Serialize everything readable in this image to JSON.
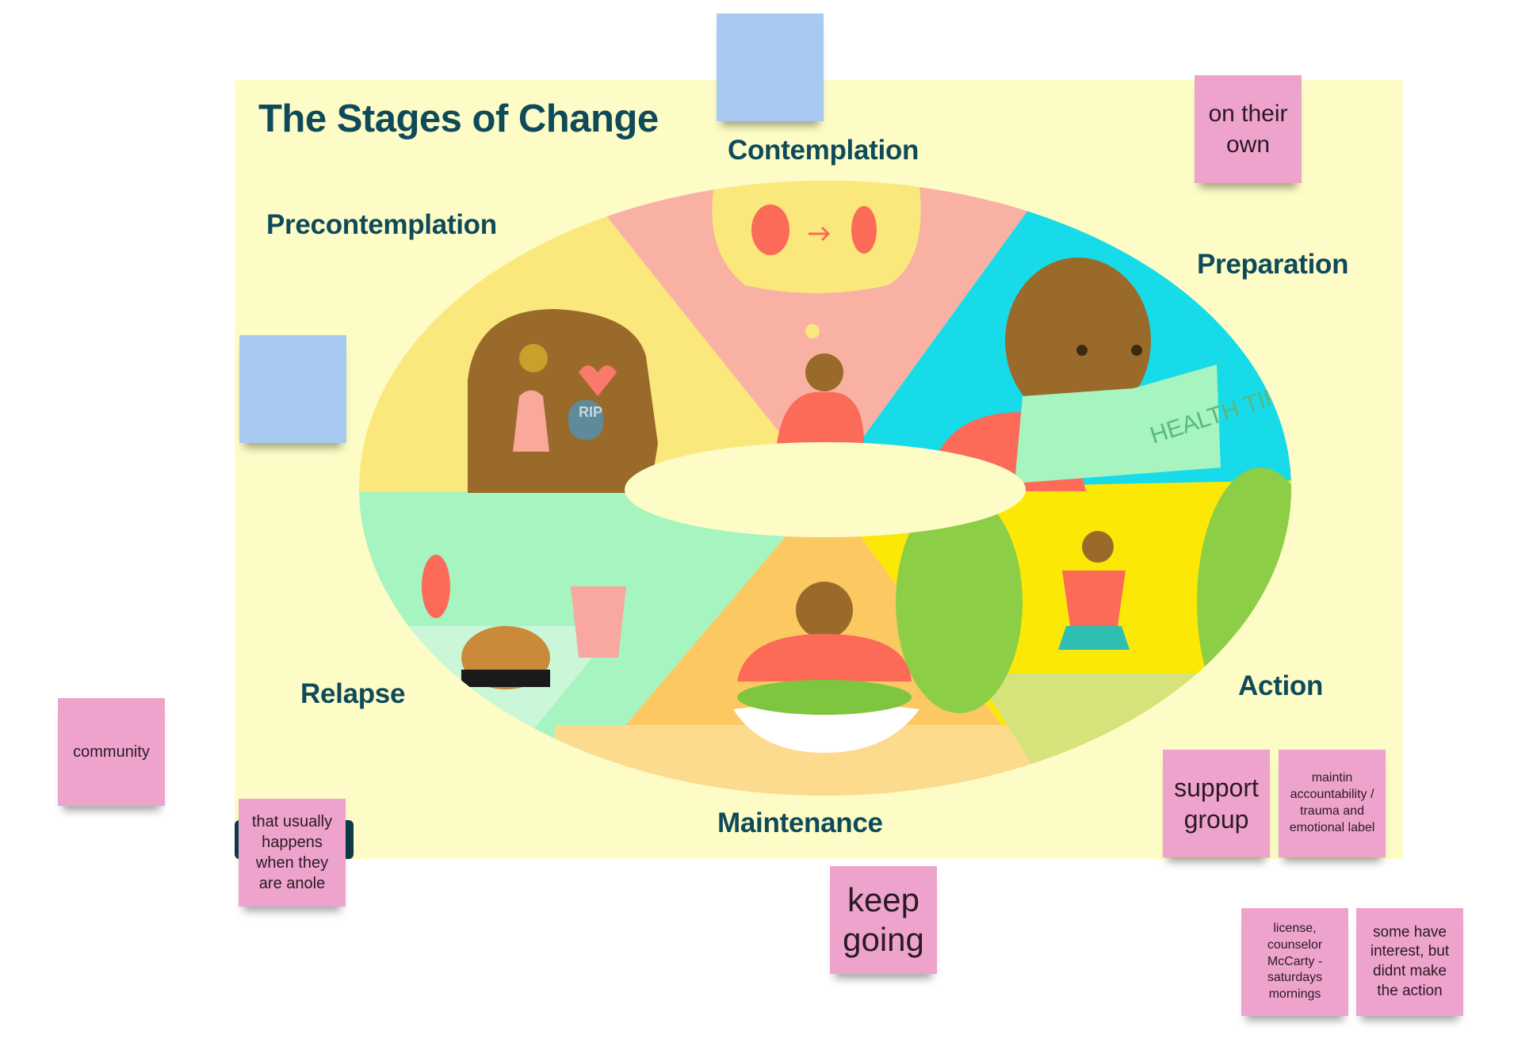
{
  "board": {
    "title": "The Stages of Change",
    "stages": {
      "precontemplation": "Precontemplation",
      "contemplation": "Contemplation",
      "preparation": "Preparation",
      "action": "Action",
      "maintenance": "Maintenance",
      "relapse": "Relapse"
    },
    "book_text": "HEALTH TIPS",
    "tombstone_text": "RIP"
  },
  "colors": {
    "board": "#fdfcc6",
    "text": "#0e4a5a",
    "pink_note": "#eea3cc",
    "blue_note": "#a8c9f0"
  },
  "sticky_notes": {
    "on_their_own": "on their own",
    "community": "community",
    "usually_happens": "that usually happens when they are anole",
    "keep_going": "keep going",
    "support_group": "support group",
    "maintain": "maintin accountability / trauma and emotional label",
    "license": "license, counselor McCarty - saturdays mornings",
    "some_have": "some have interest, but didnt make the action"
  }
}
